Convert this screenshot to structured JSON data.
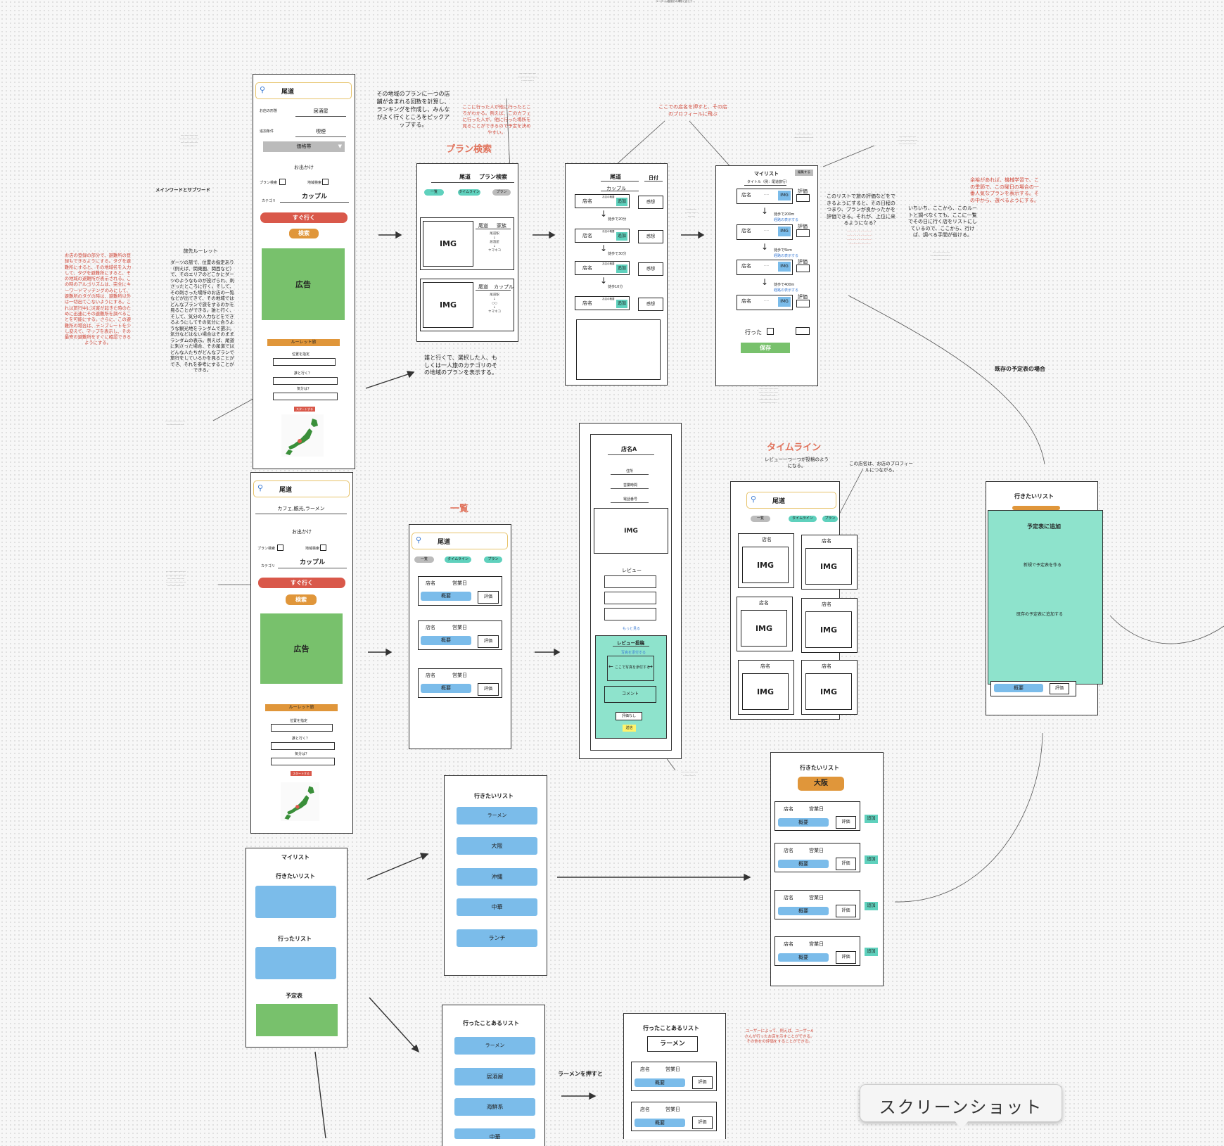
{
  "top_tiny_note": "ユーザーは各旅行の場所に応じて…",
  "phone1": {
    "search": "尾道",
    "f1_label": "お店の形態",
    "f1_value": "居酒屋",
    "f2_label": "追加条件",
    "f2_value": "喫煙",
    "dropdown": "価格帯",
    "outing": "お出かけ",
    "plan_search": "プラン検索",
    "area_search": "地域検索",
    "category_label": "カテゴリ",
    "category_value": "カップル",
    "go_now": "すぐ行く",
    "search_btn": "検索",
    "ad": "広告",
    "roulette": "ルーレット旅",
    "q1": "位置を指定",
    "q2": "誰と行く？",
    "q3": "気分は？",
    "start": "スタートする"
  },
  "phone2": {
    "search": "尾道",
    "tags": "カフェ,観光,ラーメン",
    "outing": "お出かけ",
    "plan_search": "プラン検索",
    "area_search": "地域検索",
    "category_label": "カテゴリ",
    "category_value": "カップル",
    "go_now": "すぐ行く",
    "search_btn": "検索",
    "ad": "広告",
    "roulette": "ルーレット旅",
    "q1": "位置を指定",
    "q2": "誰と行く？",
    "q3": "気分は？",
    "start": "スタートする"
  },
  "notes": {
    "main_sub": "メインワードとサブワード",
    "roulette_title": "旅先ルーレット",
    "roulette_body": "ダーツの旅で、位置の指定あり（例えば、関東圏、関西など）で、そのエリアのどこかにダーツのようなものが投げられ、刺さったところに行く。そして、その刺さった場所のお店の一覧などが出てきて、その地域ではどんなプランで旅をするのかを見ることができる。誰と行く、そして、気分の入力などをできるようにしてその気分に合うような観光地をランダムで選ぶ。気分などはない場合はそのままランダムの表示。例えば、尾道に刺さった場合、その尾道ではどんな人たちがどんなプランで旅行をしているかを見ることができ、それを参考にすることができる。",
    "red_left": "お店の登録の部分で、避難所の登録もできるようにする。タグを避難所にすると、その地域名を入力して、タグを避難所にすると、その地域の避難所が表示される。この時のアルゴリズムは、完全にキーワードマッチングのみにして、避難所のタグの時は、避難所以外は一切出てこないようにする。これは旅行中に災害が起きた時のために迅速にその避難所を調べることを可能にする。さらに、この避難所の場合は、テンプレートを少し変えて、マップを表示し、その最寄の避難所をすぐに確認できるようにする。",
    "plan_note": "その地域のプランに一つの店舗が含まれる回数を計算し、ランキングを作成し、みんながよく行くところをピックアップする。",
    "plan_red": "ここに行った人が他に行ったところがわかる。例えば、このカフェに行った人が、他に行った場所を見ることができるので予定を決めやすい。",
    "plan_title": "プラン検索",
    "who_note": "誰と行くで、選択した人、もしくは一人旅のカテゴリのその地域のプランを表示する。",
    "shop_red": "ここでの店名を押すと、その店のプロフィールに飛ぶ",
    "list_note": "このリストで旅の評価などをできるようにすると、その日程のつまり、プランが良かったかを評価できる。それが、上位に来るようになる？",
    "list_note2": "いちいち、ここから、このルートと調べなくても、ここに一覧でその日に行く店をリストにしているので、ここから、行けば、調べる手間が省ける。",
    "red_right": "余裕があれば、機械学習で、この季節で、この曜日の場合の一番人気なプランを表示する。その中から、選べるようにする。",
    "timeline_title": "タイムライン",
    "timeline_note": "レビュー一つ一つが投稿のようになる。",
    "timeline_note2": "この店名は、お店のプロフィールにつながる。",
    "existing_plan": "既存の予定表の場合",
    "list_title_red": "一覧",
    "ramen_push": "ラーメンを押すと",
    "bottom_red": "ユーザーによって、例えば、ユーザーAさんが行ったお店を示すことができる。その他をの評価をすることができる。"
  },
  "plan_screen": {
    "header1": "尾道",
    "header2": "プラン検索",
    "pills": [
      "一覧",
      "タイムライン",
      "プラン"
    ],
    "card1_area": "尾道",
    "card1_who": "家族",
    "card2_area": "尾道",
    "card2_who": "カップル",
    "img": "IMG",
    "route": [
      "尾道駅",
      "↓",
      "居酒屋",
      "↓",
      "ヤマネコ"
    ],
    "route2": [
      "尾道駅",
      "↓",
      "○○",
      "↓",
      "ヤマネコ"
    ]
  },
  "plan_detail": {
    "area": "尾道",
    "date": "日付",
    "who": "カップル",
    "shop": "店名",
    "add": "追加",
    "impression": "感想",
    "small": "お店の概要",
    "steps": [
      "徒歩で20分",
      "徒歩で30分",
      "徒歩10分"
    ]
  },
  "mylist_detail": {
    "title": "マイリスト",
    "edit": "編集する",
    "subtitle": "タイトル（例：尾道旅行）",
    "shop": "店名",
    "img": "IMG",
    "rating": "評価",
    "steps": [
      "徒歩で200m",
      "徒歩で5km",
      "徒歩で400m"
    ],
    "link": "経路の表示する",
    "went": "行った",
    "save": "保存"
  },
  "list_screen": {
    "search": "尾道",
    "pills": [
      "一覧",
      "タイムライン",
      "プラン"
    ],
    "shop": "店名",
    "hours": "営業日",
    "overview": "概要",
    "rating": "評価"
  },
  "shop_profile": {
    "name": "店名A",
    "address": "住所",
    "hours": "営業時間",
    "phone": "電話番号",
    "img": "IMG",
    "review": "レビュー",
    "more": "もっと見る",
    "post_title": "レビュー投稿",
    "photo": "写真を添付する",
    "upload": "ここで写真を添付する",
    "comment": "コメント",
    "rate": "評価なし",
    "send": "送信"
  },
  "timeline_screen": {
    "search": "尾道",
    "pills": [
      "一覧",
      "タイムライン",
      "プラン"
    ],
    "shop": "店名",
    "img": "IMG"
  },
  "want_popup": {
    "title": "行きたいリスト",
    "add": "予定表に追加",
    "new": "新規で予定表を作る",
    "existing": "既存の予定表に追加する",
    "overview": "概要",
    "rating": "評価"
  },
  "mylist_screen": {
    "title": "マイリスト",
    "want": "行きたいリスト",
    "went": "行ったリスト",
    "schedule": "予定表"
  },
  "want_list": {
    "title": "行きたいリスト",
    "items": [
      "ラーメン",
      "大阪",
      "沖縄",
      "中華",
      "ランチ"
    ]
  },
  "went_list": {
    "title": "行ったことあるリスト",
    "items": [
      "ラーメン",
      "居酒屋",
      "海鮮系",
      "中華"
    ]
  },
  "osaka_list": {
    "title": "行きたいリスト",
    "tag": "大阪",
    "shop": "店名",
    "hours": "営業日",
    "overview": "概要",
    "rating": "評価",
    "add": "追加"
  },
  "ramen_list": {
    "title": "行ったことあるリスト",
    "tag": "ラーメン",
    "shop": "店名",
    "hours": "営業日",
    "overview": "概要",
    "rating": "評価"
  },
  "tooltip": "スクリーンショット",
  "colors": {
    "red": "#d9584a",
    "orange": "#e0963a",
    "green": "#78c16c",
    "blue": "#7bbcea",
    "teal": "#5fd1bd",
    "mint": "#8ee3cc"
  }
}
